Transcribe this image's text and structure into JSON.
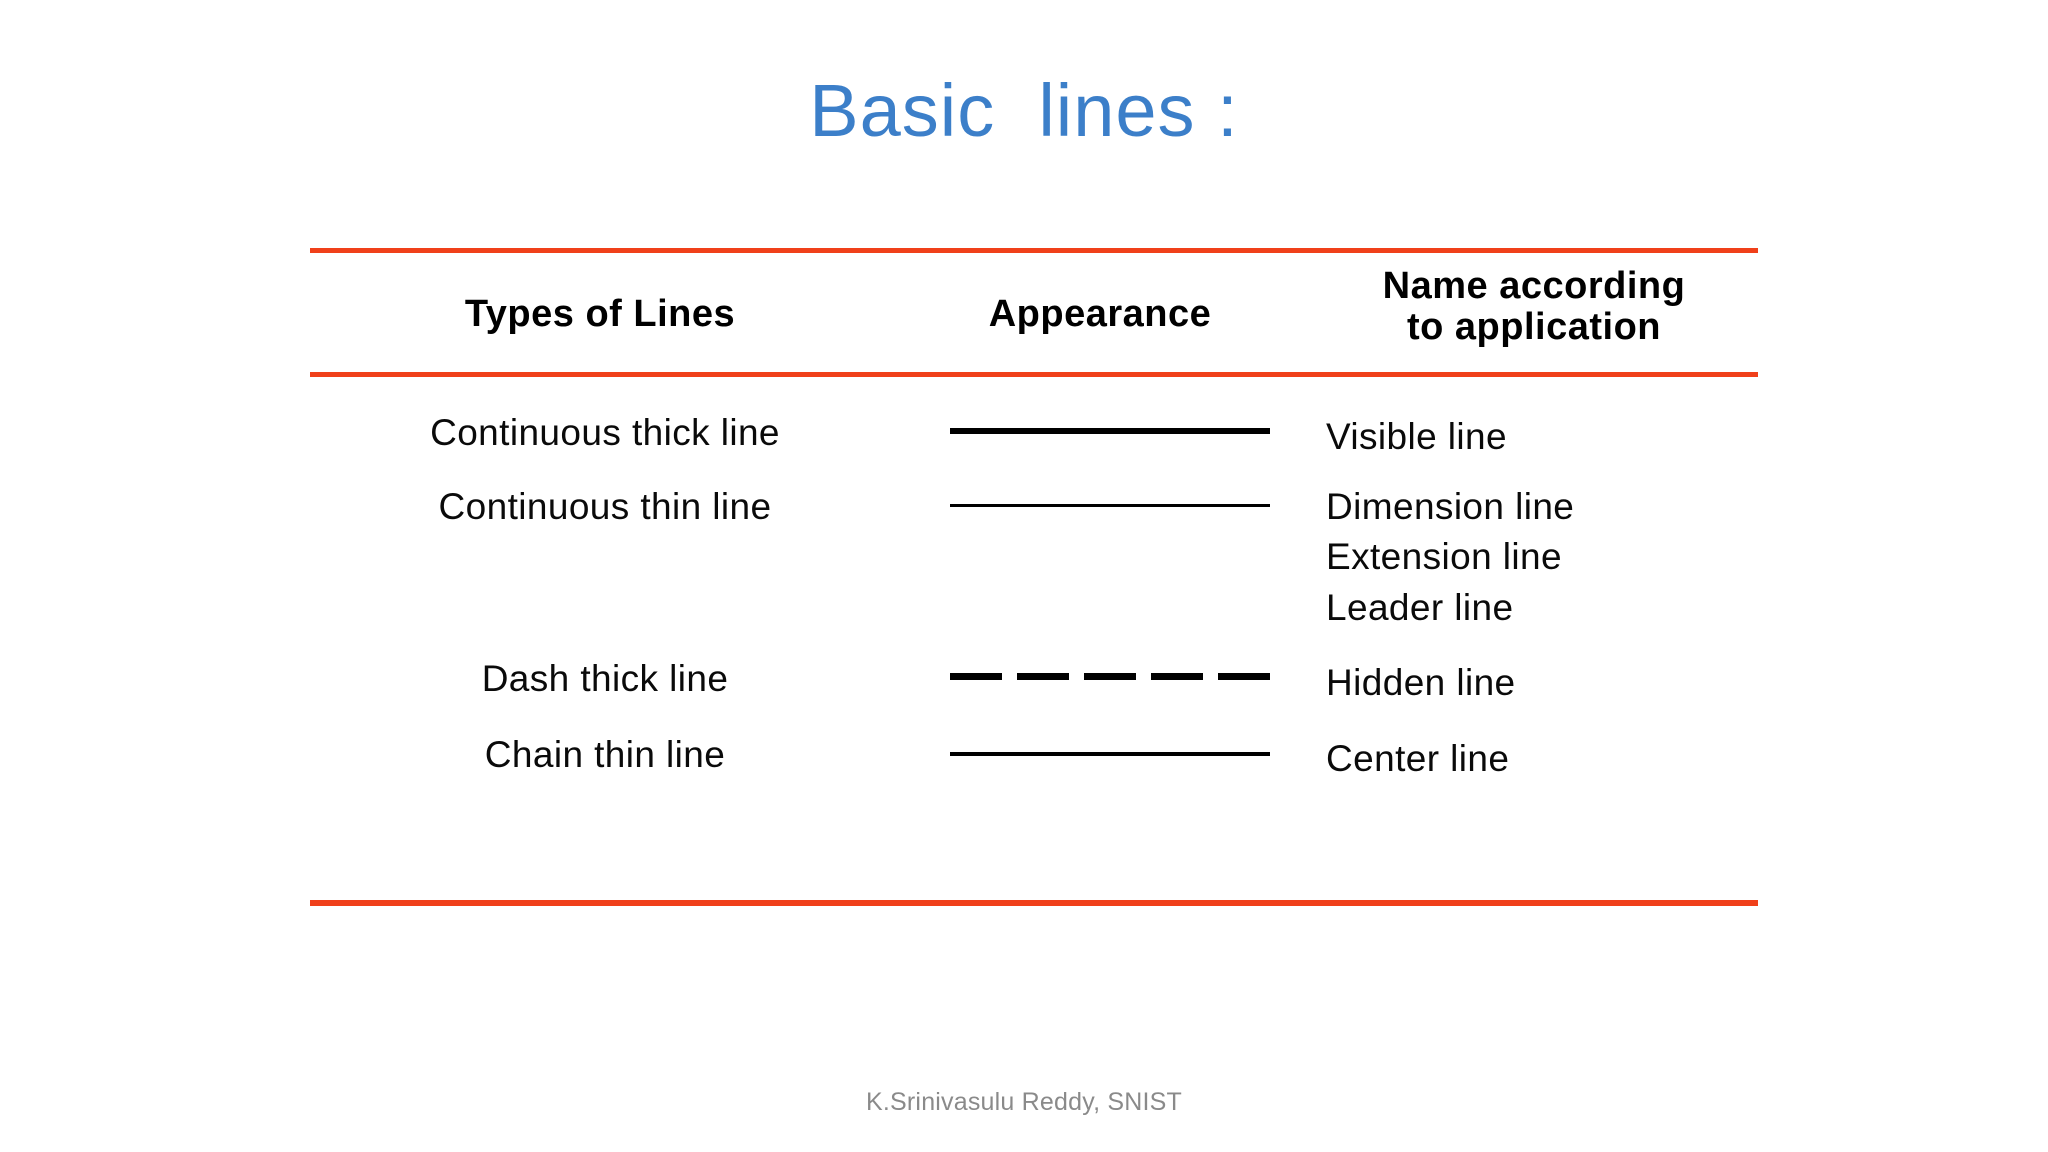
{
  "slide": {
    "title": "Basic  lines :",
    "title_color": "#3C7FC9",
    "rule_color": "#F0401A",
    "background": "#FFFFFF",
    "footer": "K.Srinivasulu Reddy, SNIST"
  },
  "table": {
    "headers": {
      "types_of_lines": "Types of Lines",
      "appearance": "Appearance",
      "name_according_to_application": "Name according\nto application"
    },
    "rows": [
      {
        "type": "Continuous thick line",
        "appearance": "continuous-thick-line-sample",
        "names": [
          "Visible line"
        ]
      },
      {
        "type": "Continuous thin line",
        "appearance": "continuous-thin-line-sample",
        "names": [
          "Dimension line",
          "Extension line",
          "Leader line"
        ]
      },
      {
        "type": "Dash thick line",
        "appearance": "dash-thick-line-sample",
        "names": [
          "Hidden line"
        ]
      },
      {
        "type": "Chain thin line",
        "appearance": "chain-thin-line-sample",
        "names": [
          "Center line"
        ]
      }
    ]
  }
}
